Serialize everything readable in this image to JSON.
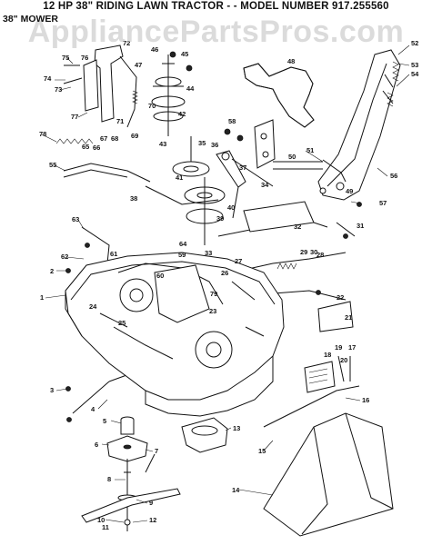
{
  "header": {
    "title": "12 HP 38\" RIDING LAWN TRACTOR - - MODEL NUMBER 917.255560",
    "subtitle": "38\" MOWER"
  },
  "watermark": "AppliancePartsPros.com",
  "callouts": [
    "1",
    "2",
    "3",
    "4",
    "5",
    "6",
    "7",
    "8",
    "9",
    "10",
    "11",
    "12",
    "13",
    "14",
    "15",
    "16",
    "17",
    "18",
    "19",
    "20",
    "21",
    "22",
    "23",
    "24",
    "25",
    "26",
    "27",
    "28",
    "29",
    "30",
    "31",
    "32",
    "33",
    "34",
    "35",
    "36",
    "37",
    "38",
    "39",
    "40",
    "41",
    "42",
    "43",
    "44",
    "45",
    "46",
    "47",
    "48",
    "49",
    "50",
    "51",
    "52",
    "53",
    "54",
    "55",
    "56",
    "57",
    "58",
    "59",
    "60",
    "61",
    "62",
    "63",
    "64",
    "65",
    "66",
    "67",
    "68",
    "69",
    "70",
    "71",
    "72",
    "73",
    "74",
    "75",
    "76",
    "77",
    "78",
    "79"
  ]
}
